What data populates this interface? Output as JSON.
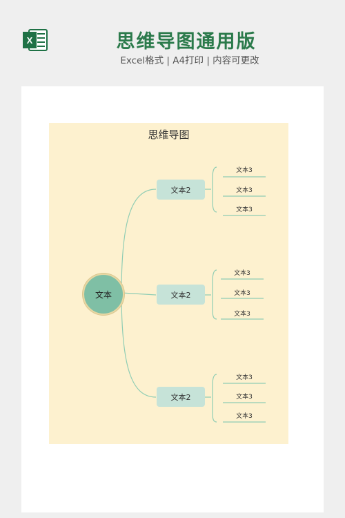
{
  "header": {
    "title": "思维导图通用版",
    "subtitle": "Excel格式 | A4打印 | 内容可更改",
    "icon": "excel-icon"
  },
  "mindmap": {
    "title": "思维导图",
    "center": "文本",
    "branches": [
      {
        "label": "文本2",
        "children": [
          "文本3",
          "文本3",
          "文本3"
        ]
      },
      {
        "label": "文本2",
        "children": [
          "文本3",
          "文本3",
          "文本3"
        ]
      },
      {
        "label": "文本2",
        "children": [
          "文本3",
          "文本3",
          "文本3"
        ]
      }
    ]
  },
  "colors": {
    "title": "#2b7a4b",
    "canvas": "#fdf1cf",
    "center_node": "#7fbfa5",
    "branch_node": "#c6e3d8",
    "connector": "#8fcdb4"
  }
}
